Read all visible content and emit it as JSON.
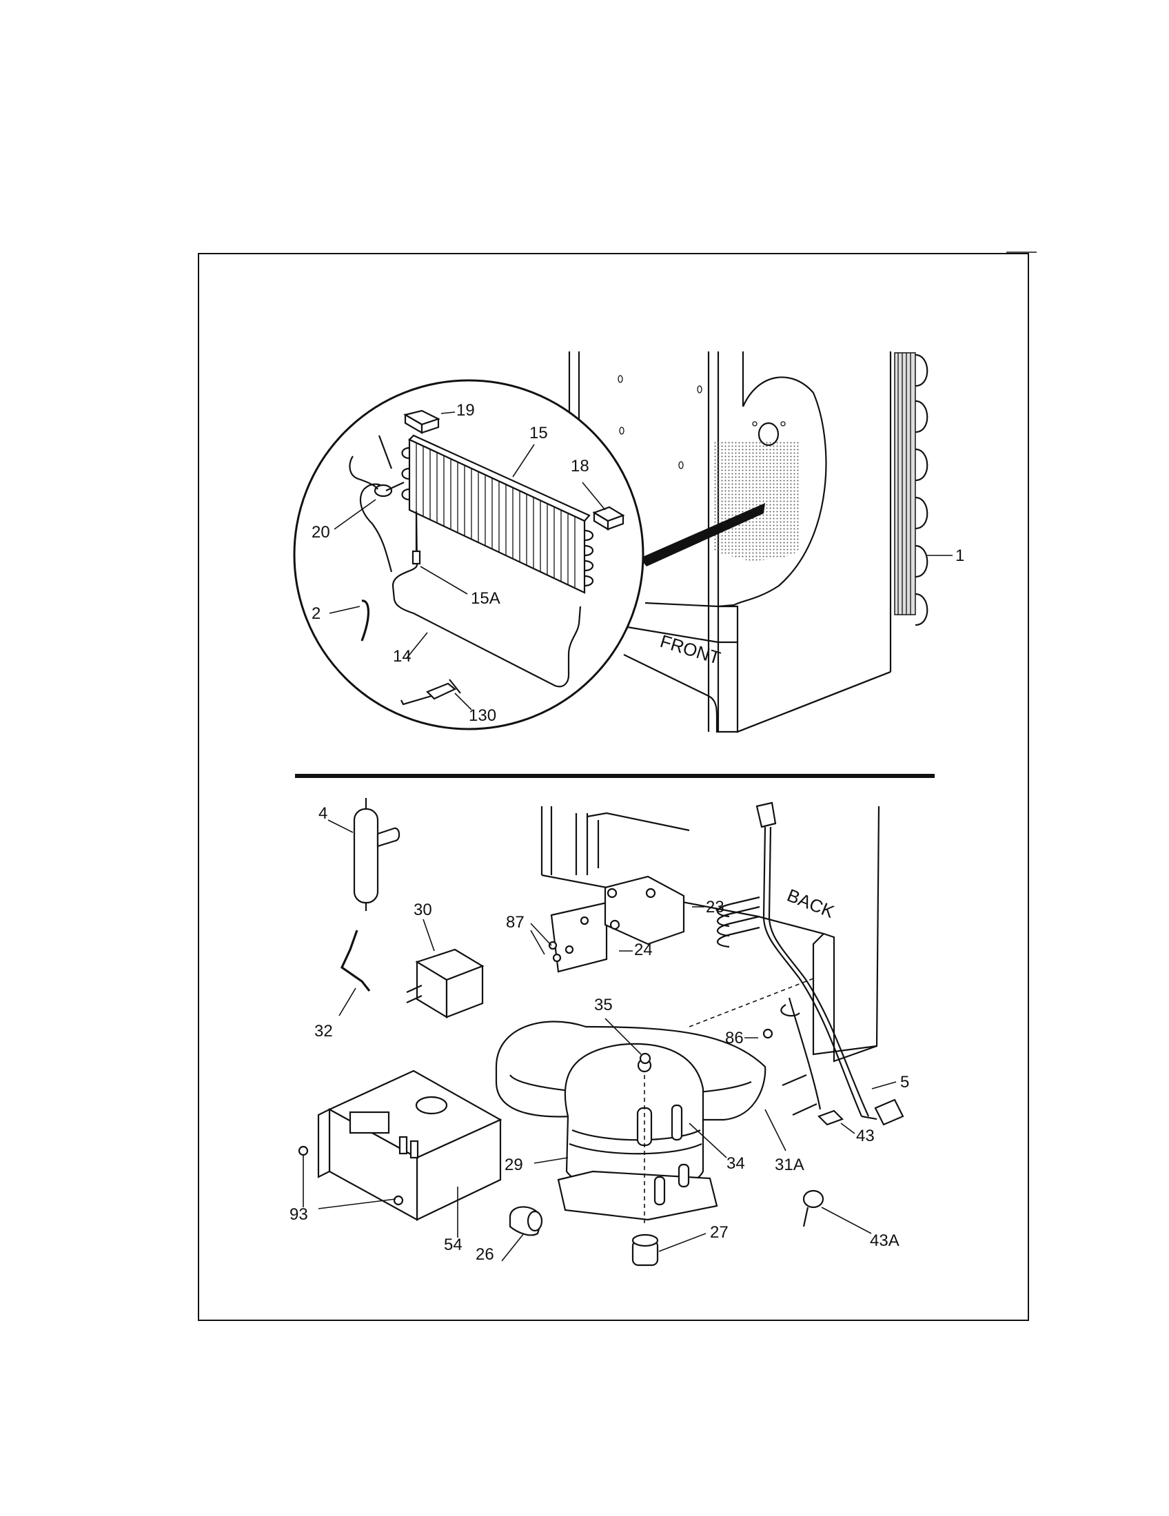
{
  "side_labels": {
    "front": "FRONT",
    "back": "BACK"
  },
  "callouts": {
    "c1": "1",
    "c2": "2",
    "c4": "4",
    "c5": "5",
    "c14": "14",
    "c15": "15",
    "c15a": "15A",
    "c18": "18",
    "c19": "19",
    "c20": "20",
    "c23": "23",
    "c24": "24",
    "c26": "26",
    "c27": "27",
    "c29": "29",
    "c30": "30",
    "c31a": "31A",
    "c32": "32",
    "c34": "34",
    "c35": "35",
    "c43": "43",
    "c43a": "43A",
    "c54": "54",
    "c86": "86",
    "c87": "87",
    "c93": "93",
    "c130": "130"
  }
}
